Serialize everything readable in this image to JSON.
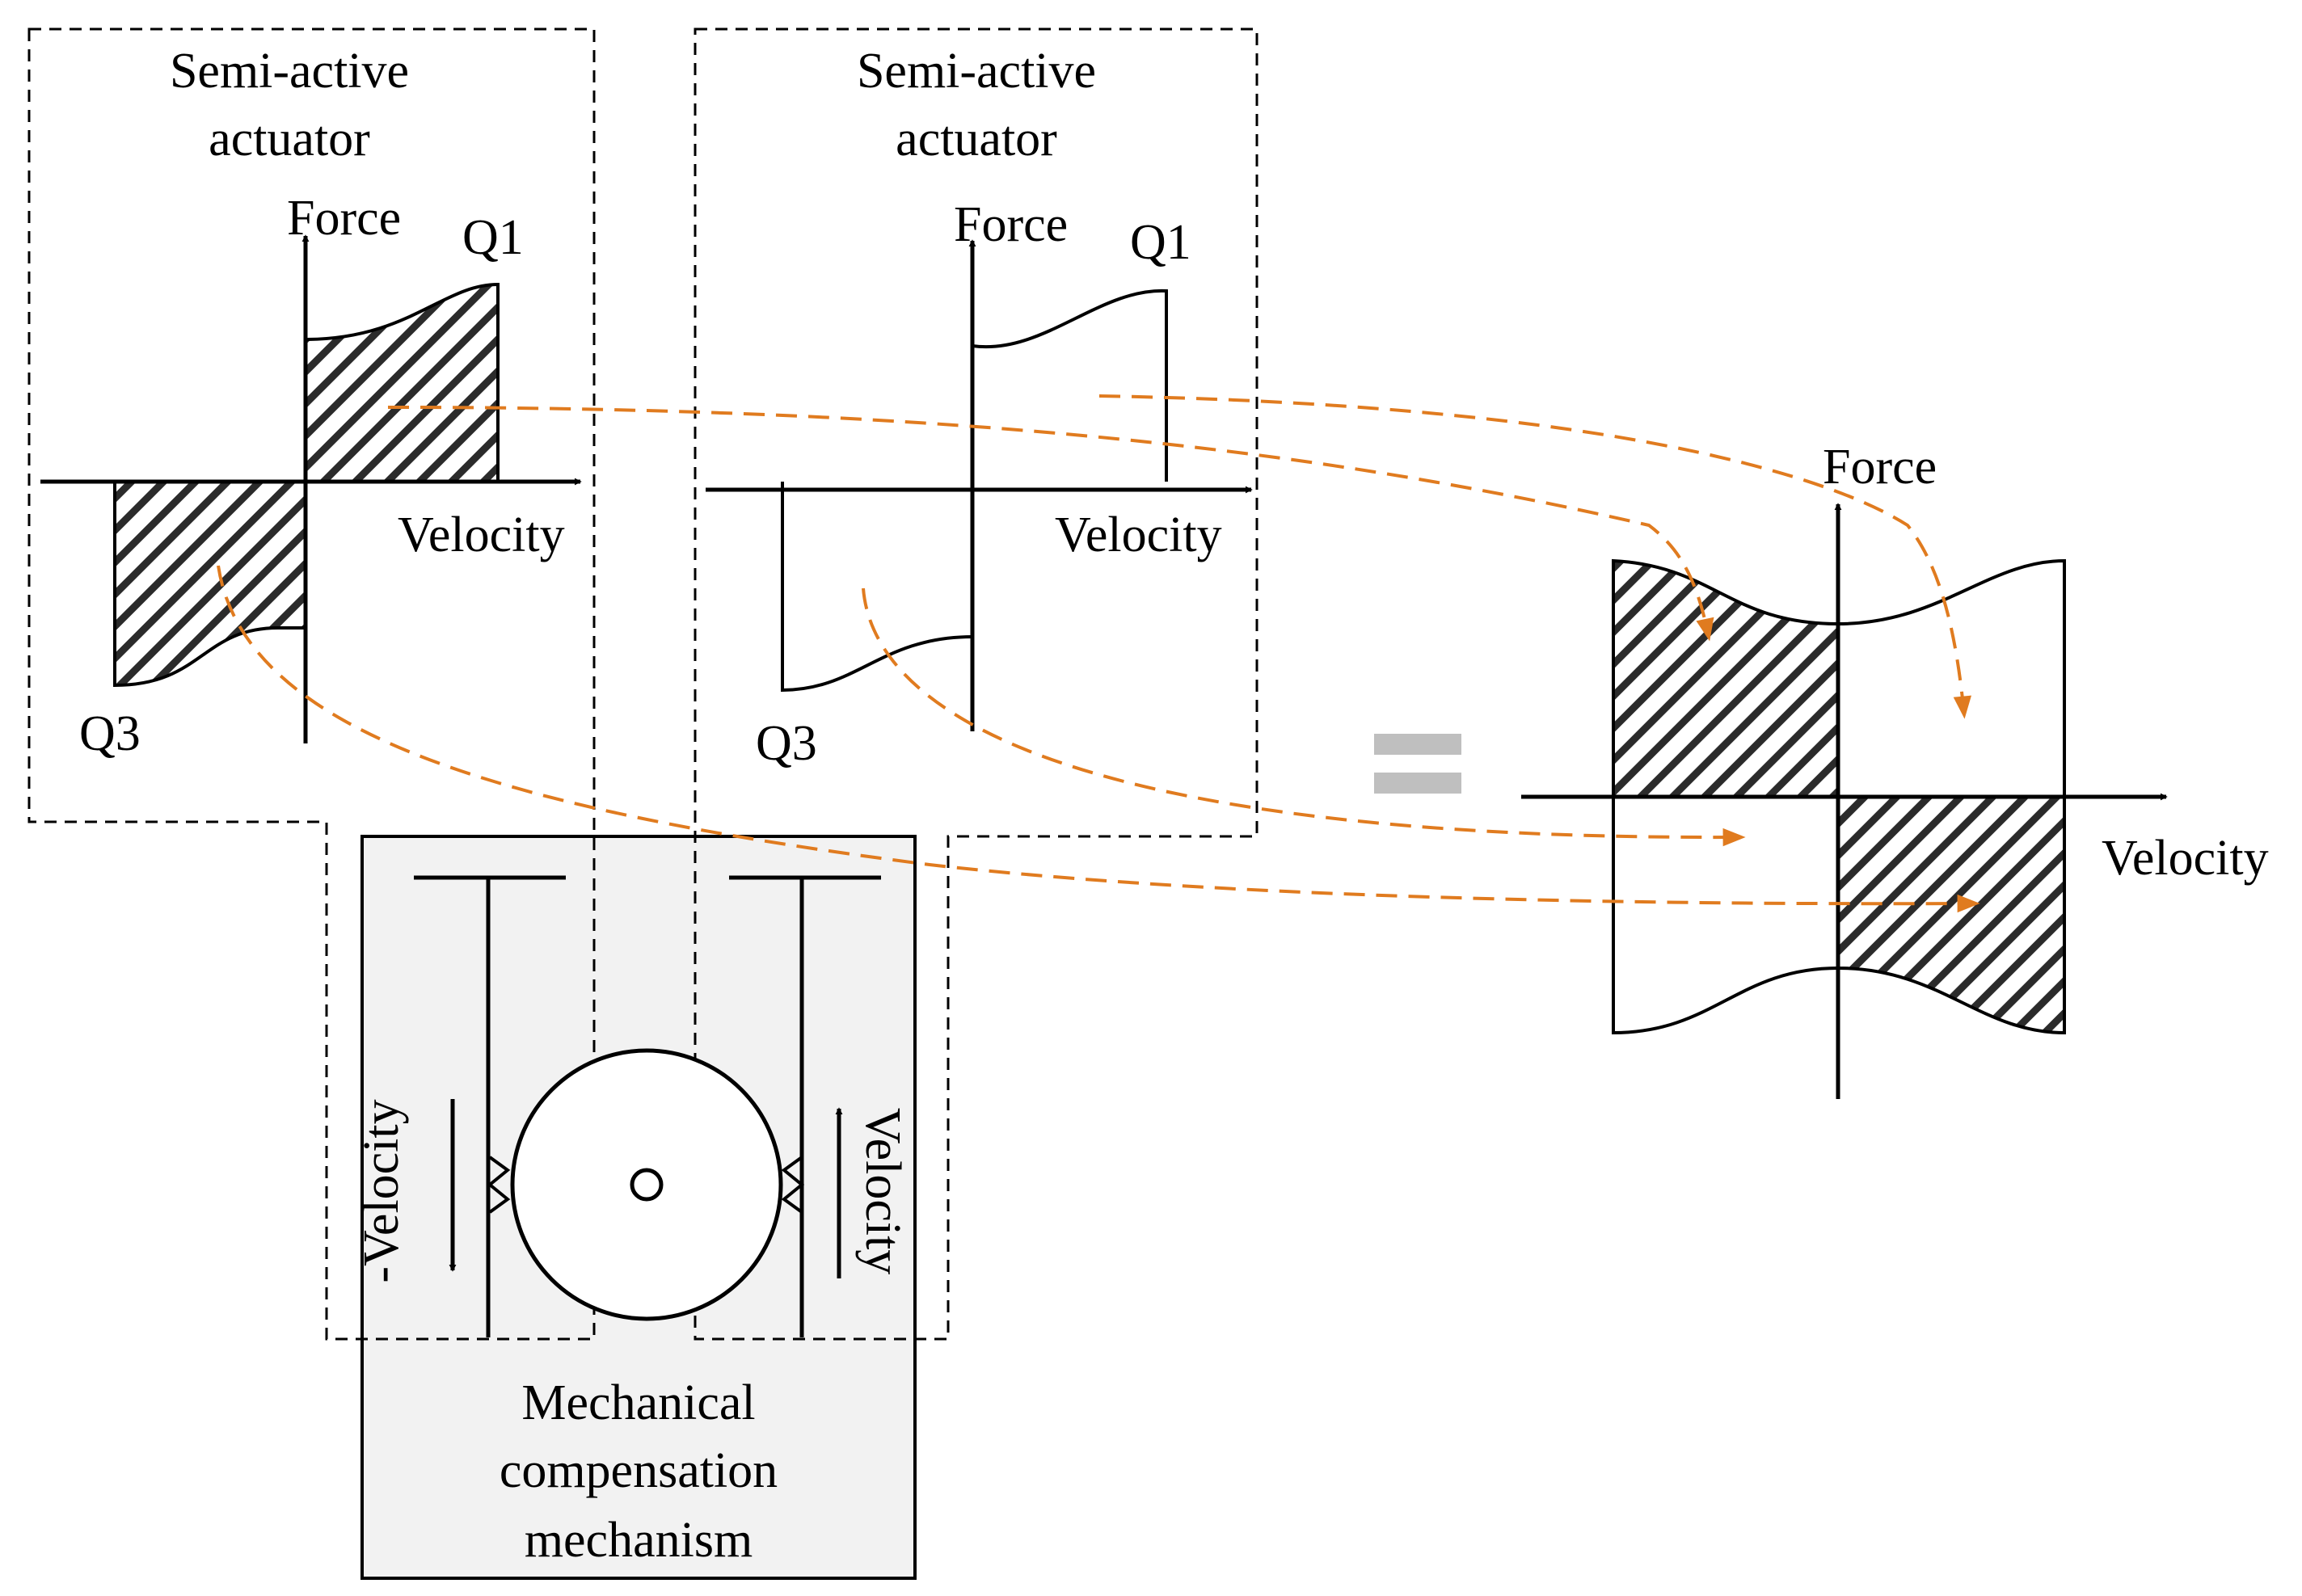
{
  "colors": {
    "line": "#000000",
    "arrow": "#e07b1f",
    "mechanism_fill": "#f2f2f2",
    "equals": "#bfbfbf"
  },
  "left_actuator": {
    "title_line1": "Semi-active",
    "title_line2": "actuator",
    "y_axis_label": "Force",
    "x_axis_label": "Velocity",
    "q1_label": "Q1",
    "q3_label": "Q3"
  },
  "middle_actuator": {
    "title_line1": "Semi-active",
    "title_line2": "actuator",
    "y_axis_label": "Force",
    "x_axis_label": "Velocity",
    "q1_label": "Q1",
    "q3_label": "Q3"
  },
  "result_plot": {
    "y_axis_label": "Force",
    "x_axis_label": "Velocity"
  },
  "mechanism": {
    "left_velocity_label": "-Velocity",
    "right_velocity_label": "Velocity",
    "title_line1": "Mechanical",
    "title_line2": "compensation",
    "title_line3": "mechanism"
  },
  "equals_icon": "equals-icon"
}
